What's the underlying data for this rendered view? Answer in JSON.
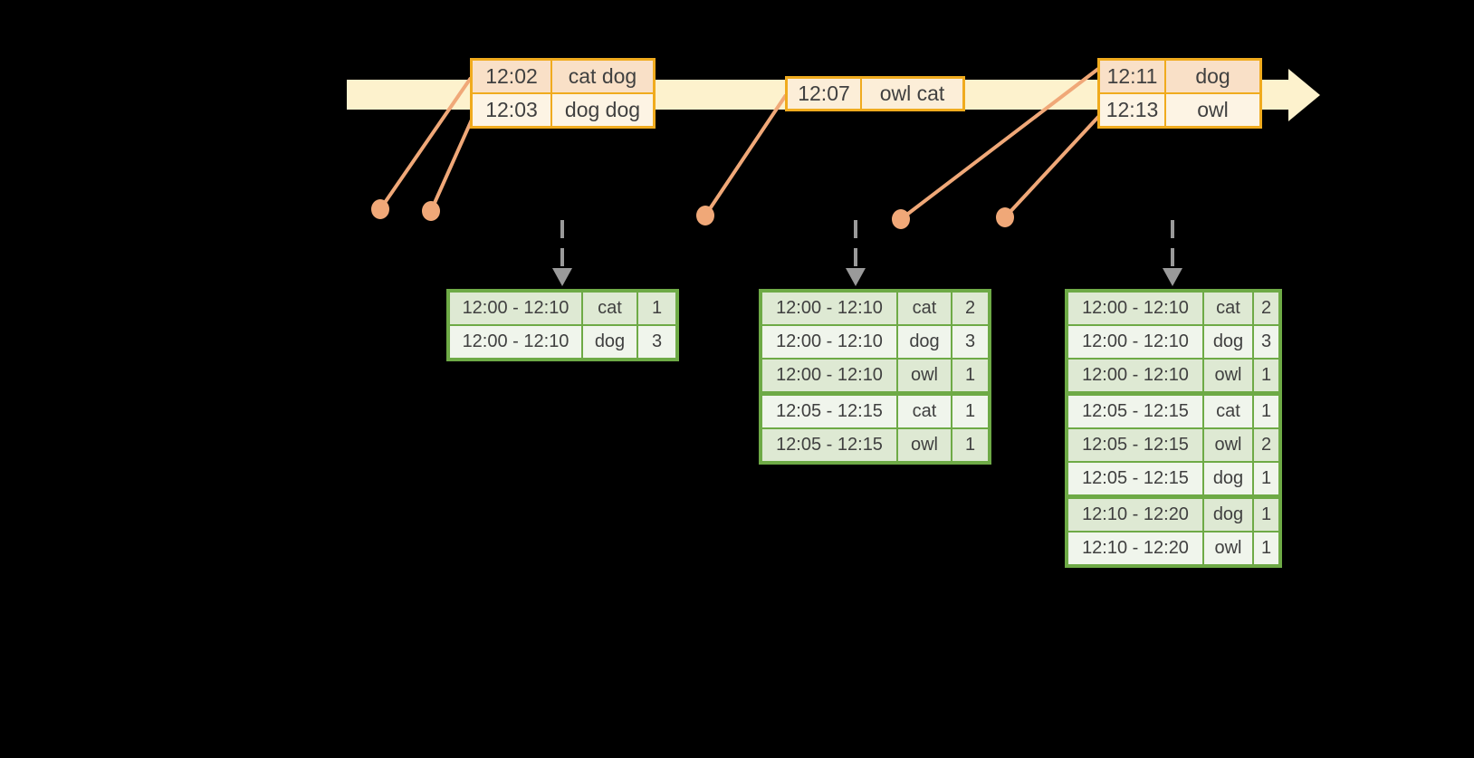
{
  "colors": {
    "background": "#000000",
    "timeline_fill": "#fdf2cd",
    "event_border": "#f0ab1e",
    "event_row_peach": "#f9e0c7",
    "event_row_cream": "#fdf4e4",
    "event_row_mid": "#fceed8",
    "connector": "#f0a878",
    "trigger": "#9a9a9a",
    "result_border": "#6eaa46",
    "result_row_dark": "#dee9d3",
    "result_row_light": "#f0f5ec",
    "text": "#404040"
  },
  "timeline": {
    "event_groups": [
      {
        "events": [
          {
            "time": "12:02",
            "words": "cat dog"
          },
          {
            "time": "12:03",
            "words": "dog dog"
          }
        ]
      },
      {
        "events": [
          {
            "time": "12:07",
            "words": "owl cat"
          }
        ]
      },
      {
        "events": [
          {
            "time": "12:11",
            "words": "dog"
          },
          {
            "time": "12:13",
            "words": "owl"
          }
        ]
      }
    ]
  },
  "result_tables": [
    {
      "rows": [
        {
          "window": "12:00 - 12:10",
          "word": "cat",
          "count": "1"
        },
        {
          "window": "12:00 - 12:10",
          "word": "dog",
          "count": "3"
        }
      ],
      "group_breaks": []
    },
    {
      "rows": [
        {
          "window": "12:00 - 12:10",
          "word": "cat",
          "count": "2"
        },
        {
          "window": "12:00 - 12:10",
          "word": "dog",
          "count": "3"
        },
        {
          "window": "12:00 - 12:10",
          "word": "owl",
          "count": "1"
        },
        {
          "window": "12:05 - 12:15",
          "word": "cat",
          "count": "1"
        },
        {
          "window": "12:05 - 12:15",
          "word": "owl",
          "count": "1"
        }
      ],
      "group_breaks": [
        3
      ]
    },
    {
      "rows": [
        {
          "window": "12:00 - 12:10",
          "word": "cat",
          "count": "2"
        },
        {
          "window": "12:00 - 12:10",
          "word": "dog",
          "count": "3"
        },
        {
          "window": "12:00 - 12:10",
          "word": "owl",
          "count": "1"
        },
        {
          "window": "12:05 - 12:15",
          "word": "cat",
          "count": "1"
        },
        {
          "window": "12:05 - 12:15",
          "word": "owl",
          "count": "2"
        },
        {
          "window": "12:05 - 12:15",
          "word": "dog",
          "count": "1"
        },
        {
          "window": "12:10 - 12:20",
          "word": "dog",
          "count": "1"
        },
        {
          "window": "12:10 - 12:20",
          "word": "owl",
          "count": "1"
        }
      ],
      "group_breaks": [
        3,
        6
      ]
    }
  ]
}
